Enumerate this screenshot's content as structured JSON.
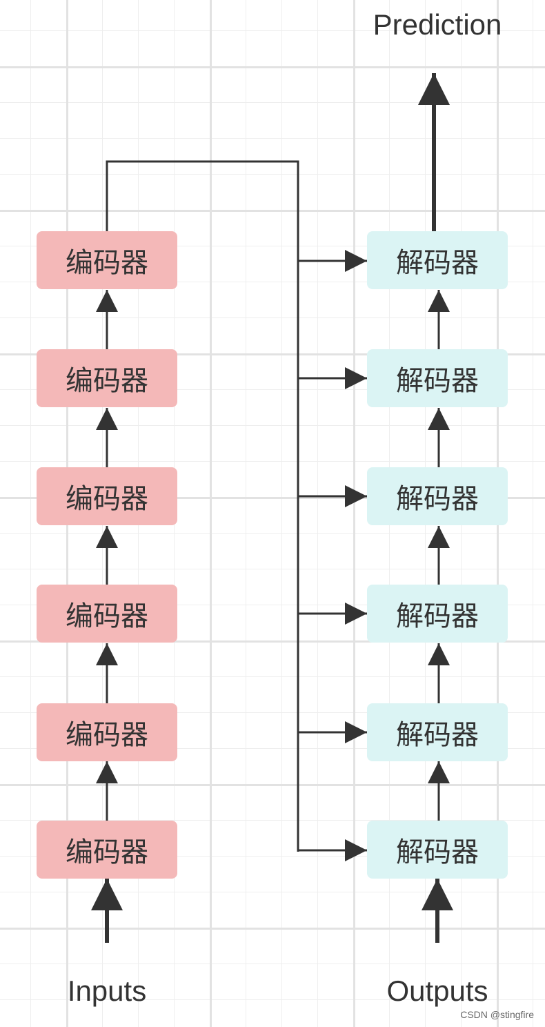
{
  "title": "Prediction",
  "encoder_label": "编码器",
  "decoder_label": "解码器",
  "inputs_label": "Inputs",
  "outputs_label": "Outputs",
  "watermark": "CSDN @stingfire",
  "colors": {
    "encoder_fill": "#f4b8b8",
    "decoder_fill": "#dbf4f4",
    "line": "#333333"
  }
}
